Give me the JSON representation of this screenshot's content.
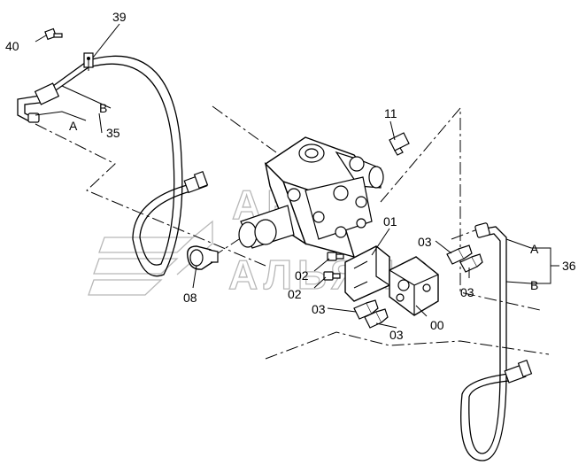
{
  "watermark": {
    "line1": "АВТО",
    "line2": "АЛЬЯНС"
  },
  "callouts": {
    "p40": "40",
    "p39": "39",
    "p35": "35",
    "p35_a": "A",
    "p35_b": "B",
    "p11": "11",
    "p01": "01",
    "p02_top": "02",
    "p02_bottom": "02",
    "p03_left": "03",
    "p03_right": "03",
    "p03_mid": "03",
    "p03_low": "03",
    "p00": "00",
    "p08": "08",
    "p36": "36",
    "p36_a": "A",
    "p36_b": "B"
  }
}
